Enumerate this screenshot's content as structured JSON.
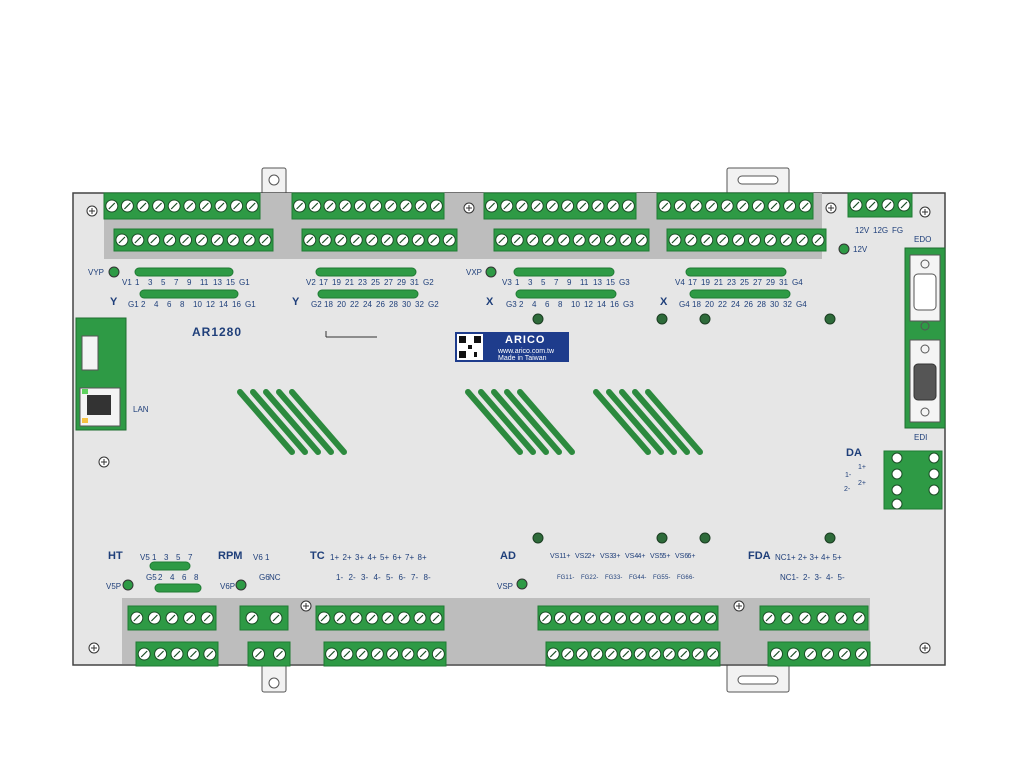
{
  "model": "AR1280",
  "brand": {
    "logo": "ARICO",
    "url": "www.arico.com.tw",
    "made": "Made   in   Taiwan"
  },
  "ports": {
    "lan": "LAN",
    "edo": "EDO",
    "edi": "EDI"
  },
  "power": {
    "top": [
      "12V",
      "12G",
      "FG"
    ],
    "led": "12V"
  },
  "leds": {
    "vyp": "VYP",
    "vxp": "VXP",
    "v5p": "V5P",
    "v6p": "V6P",
    "vsp": "VSP"
  },
  "groups": {
    "y1": {
      "axis": "Y",
      "odd": [
        "V1",
        "1",
        "3",
        "5",
        "7",
        "9",
        "11",
        "13",
        "15",
        "G1"
      ],
      "even": [
        "G1",
        "2",
        "4",
        "6",
        "8",
        "10",
        "12",
        "14",
        "16",
        "G1"
      ]
    },
    "y2": {
      "axis": "Y",
      "odd": [
        "V2",
        "17",
        "19",
        "21",
        "23",
        "25",
        "27",
        "29",
        "31",
        "G2"
      ],
      "even": [
        "G2",
        "18",
        "20",
        "22",
        "24",
        "26",
        "28",
        "30",
        "32",
        "G2"
      ]
    },
    "x1": {
      "axis": "X",
      "odd": [
        "V3",
        "1",
        "3",
        "5",
        "7",
        "9",
        "11",
        "13",
        "15",
        "G3"
      ],
      "even": [
        "G3",
        "2",
        "4",
        "6",
        "8",
        "10",
        "12",
        "14",
        "16",
        "G3"
      ]
    },
    "x2": {
      "axis": "X",
      "odd": [
        "V4",
        "17",
        "19",
        "21",
        "23",
        "25",
        "27",
        "29",
        "31",
        "G4"
      ],
      "even": [
        "G4",
        "18",
        "20",
        "22",
        "24",
        "26",
        "28",
        "30",
        "32",
        "G4"
      ]
    }
  },
  "sections": {
    "ht": {
      "title": "HT",
      "top": [
        "V5",
        "1",
        "3",
        "5",
        "7"
      ],
      "bottom": [
        "G5",
        "2",
        "4",
        "6",
        "8"
      ]
    },
    "rpm": {
      "title": "RPM",
      "top": [
        "V6",
        "1"
      ],
      "bottom": [
        "G6",
        "NC"
      ]
    },
    "tc": {
      "title": "TC",
      "top": [
        "1+",
        "2+",
        "3+",
        "4+",
        "5+",
        "6+",
        "7+",
        "8+"
      ],
      "bottom": [
        "1-",
        "2-",
        "3-",
        "4-",
        "5-",
        "6-",
        "7-",
        "8-"
      ]
    },
    "ad": {
      "title": "AD",
      "top": [
        "VS1",
        "1+",
        "VS2",
        "2+",
        "VS3",
        "3+",
        "VS4",
        "4+",
        "VS5",
        "5+",
        "VS6",
        "6+"
      ],
      "bottom": [
        "FG1",
        "1-",
        "FG2",
        "2-",
        "FG3",
        "3-",
        "FG4",
        "4-",
        "FG5",
        "5-",
        "FG6",
        "6-"
      ]
    },
    "fda": {
      "title": "FDA",
      "top": [
        "NC",
        "1+",
        "2+",
        "3+",
        "4+",
        "5+"
      ],
      "bottom": [
        "NC",
        "1-",
        "2-",
        "3-",
        "4-",
        "5-"
      ]
    },
    "da": {
      "title": "DA",
      "pins": [
        "1+",
        "1-",
        "2+",
        "2-"
      ]
    }
  },
  "colors": {
    "board": "#e6e6e6",
    "terminal": "#2e9a45",
    "terminal_dark": "#1f7a33",
    "label": "#1f3f7a",
    "stripe": "#2c8a3e",
    "badge": "#1e3c8c"
  }
}
